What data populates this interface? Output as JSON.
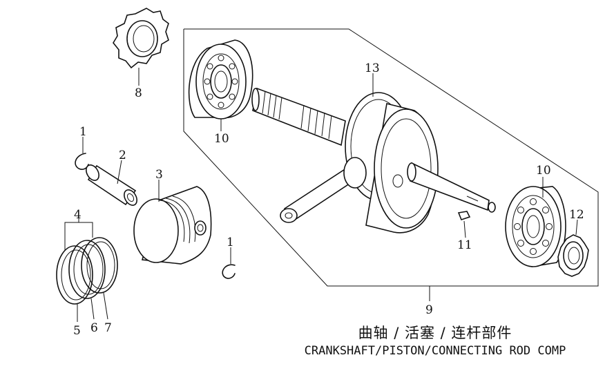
{
  "caption": {
    "chinese": "曲轴 / 活塞 / 连杆部件",
    "english": "CRANKSHAFT/PISTON/CONNECTING ROD COMP"
  },
  "callouts": {
    "c1a": "1",
    "c1b": "1",
    "c2": "2",
    "c3": "3",
    "c4": "4",
    "c5": "5",
    "c6": "6",
    "c7": "7",
    "c8": "8",
    "c9": "9",
    "c10a": "10",
    "c10b": "10",
    "c11": "11",
    "c12": "12",
    "c13": "13"
  },
  "colors": {
    "ink": "#111111",
    "background": "#ffffff"
  }
}
